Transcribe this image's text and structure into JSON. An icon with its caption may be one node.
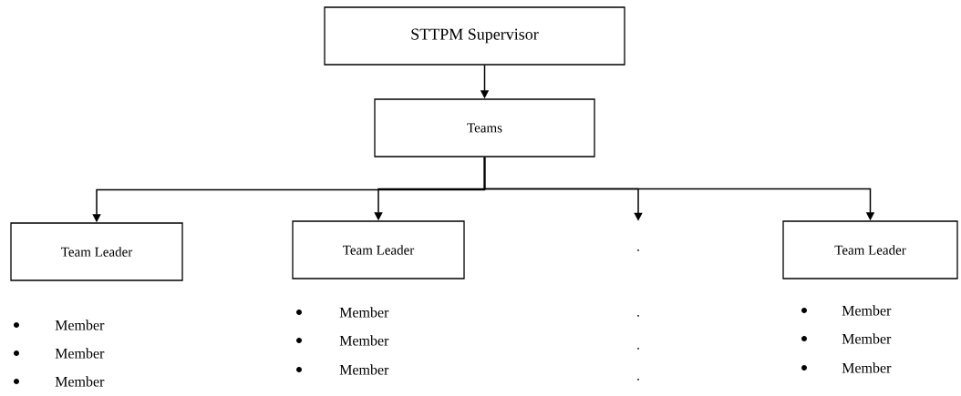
{
  "diagram": {
    "nodes": [
      {
        "text": [
          "STTPM Supervisor"
        ]
      },
      {
        "text": [
          "Teams"
        ]
      },
      {
        "text": [
          "Team Leader"
        ],
        "beside": [
          "Member",
          "Member",
          "Member"
        ]
      },
      {
        "text": [
          "Team Leader"
        ],
        "beside": [
          "Member",
          "Member",
          "Member"
        ]
      },
      {
        "text": [
          "."
        ]
      },
      {
        "text": [
          "Team Leader"
        ],
        "beside": [
          "Member",
          "Member",
          "Member"
        ]
      }
    ],
    "edges": [
      {
        "from": 0,
        "to": 1,
        "arrow": "to"
      },
      {
        "from": 1,
        "to": 2,
        "arrow": "to"
      },
      {
        "from": 1,
        "to": 3,
        "arrow": "to"
      },
      {
        "from": 1,
        "to": 4,
        "arrow": "to"
      },
      {
        "from": 1,
        "to": 5,
        "arrow": "to"
      }
    ],
    "labels": [
      ".",
      ".",
      "."
    ]
  }
}
